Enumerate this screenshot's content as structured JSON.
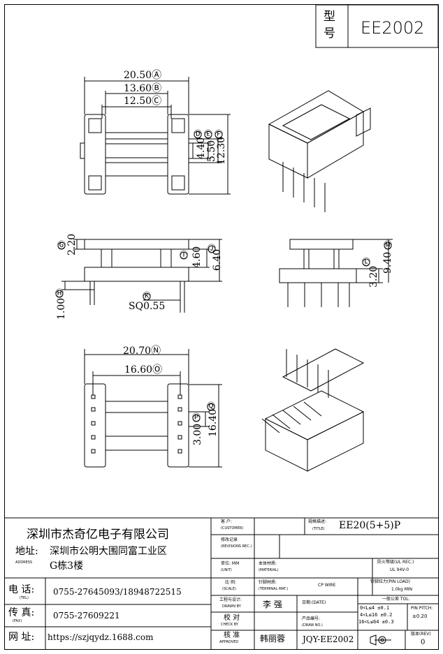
{
  "header": {
    "type_label_1": "型",
    "type_label_2": "号",
    "model": "EE2002"
  },
  "drawing": {
    "dims": {
      "A": "20.50Ⓐ",
      "B": "13.60Ⓑ",
      "C": "12.50Ⓒ",
      "D": "Ⓓ",
      "E": "Ⓔ",
      "F": "Ⓕ",
      "d_val": "4.40",
      "e_val": "5.50",
      "f_val": "12.30",
      "G": "Ⓖ",
      "g_val": "2.20",
      "H": "Ⓗ",
      "h_val": "1.00",
      "I": "Ⓘ",
      "i_val": "4.60",
      "J": "Ⓙ",
      "j_val": "6.40",
      "K": "Ⓚ",
      "k_val": "SQ0.55",
      "L": "Ⓛ",
      "l_val": "3.20",
      "M": "Ⓜ",
      "m_val": "9.40",
      "N": "20.70Ⓝ",
      "O": "16.60Ⓞ",
      "P": "Ⓟ",
      "p_val": "3.00",
      "Q": "Ⓠ",
      "q_val": "16.40"
    }
  },
  "title_block": {
    "company": "深圳市杰奇亿电子有限公司",
    "address_label": "地址:",
    "address_label_en": "ADDRESS",
    "address_1": "深圳市公明大围同富工业区",
    "address_2": "G栋3楼",
    "tel_label": "电 话:",
    "tel_label_en": "(TEL)",
    "tel": "0755-27645093/18948722515",
    "fax_label": "传 真:",
    "fax_label_en": "(FAX)",
    "fax": "0755-27609221",
    "web_label": "网 址:",
    "web": "https://szjqydz.1688.com",
    "customer_label": "客 户:",
    "customer_label_en": "(CUSTOMER)",
    "spec_label": "规格描述:",
    "spec_label_en": "(TITLE)",
    "spec": "EE20(5+5)P",
    "rev_record_label": "修改记录",
    "rev_record_label_en": "(REVISIONS REC.)",
    "unit_label": "单位: MM",
    "unit_label_en": "(UNIT)",
    "material_label": "本体材质:",
    "material_label_en": "(MATERIAL)",
    "fire_label": "防火等级(UL REC.)",
    "fire_value": "UL 94V-0",
    "scale_label": "比 例:",
    "scale_label_en": "(SCALE)",
    "terminal_label": "针脚材质:",
    "terminal_label_en": "(TERMINAL MAT.)",
    "terminal_value": "CP WIRE",
    "pin_load_label": "针脚拉力(PIN LOAD)",
    "pin_load_value": "1.0kg MIN",
    "drawn_label": "工程与设计:",
    "drawn_label_en": "DRAWN BY",
    "drawn_by": "李 强",
    "date_label": "日期:(DATE)",
    "tol_title": "一般公差 TOL.",
    "tol_1": "0<L≤4  ±0.1",
    "tol_2": "4<L≤16 ±0.2",
    "tol_3": "16<L≤64 ±0.3",
    "pin_pitch_label": "PIN PITCH:",
    "pin_pitch_value": "±0.20",
    "check_label": "校 对",
    "check_label_en": "CHECK BY",
    "drawing_no_label": "产品编号:",
    "drawing_no_label_en": "(DRAW NO.)",
    "approved_label": "核 准",
    "approved_label_en": "APPROVED",
    "approved_by": "韩丽蓉",
    "drawing_no": "JQY-EE2002",
    "rev_label": "版本(REV)",
    "rev_value": "0"
  }
}
